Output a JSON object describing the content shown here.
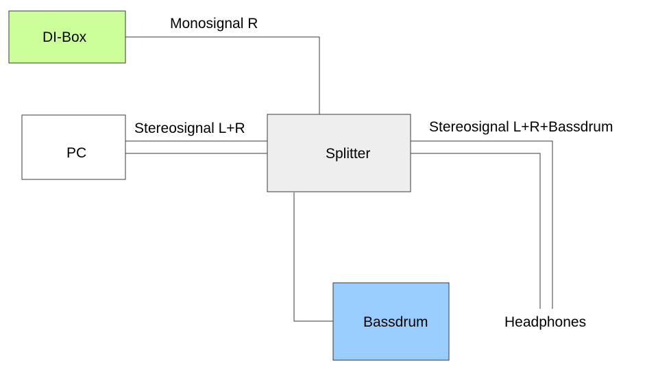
{
  "nodes": {
    "dibox": {
      "label": "DI-Box",
      "fill": "#ccff99"
    },
    "pc": {
      "label": "PC",
      "fill": "#ffffff"
    },
    "splitter": {
      "label": "Splitter",
      "fill": "#eeeeee"
    },
    "bassdrum": {
      "label": "Bassdrum",
      "fill": "#99ccff"
    },
    "headphones": {
      "label": "Headphones"
    }
  },
  "edges": {
    "dibox_to_splitter": {
      "label": "Monosignal R"
    },
    "pc_to_splitter": {
      "label": "Stereosignal L+R"
    },
    "splitter_to_headphones": {
      "label": "Stereosignal L+R+Bassdrum"
    },
    "splitter_to_bassdrum": {
      "label": ""
    }
  },
  "colors": {
    "line": "#3a3a3a",
    "text": "#000000",
    "background": "#ffffff"
  }
}
